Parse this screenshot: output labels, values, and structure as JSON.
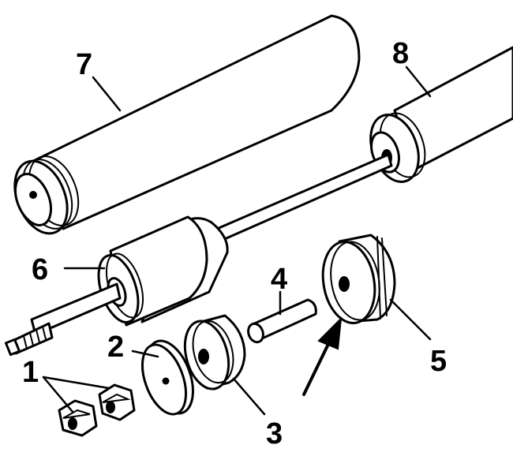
{
  "labels": {
    "part1": "1",
    "part2": "2",
    "part3": "3",
    "part4": "4",
    "part5": "5",
    "part6": "6",
    "part7": "7",
    "part8": "8"
  },
  "colors": {
    "ink": "#000000",
    "paper": "#ffffff"
  }
}
